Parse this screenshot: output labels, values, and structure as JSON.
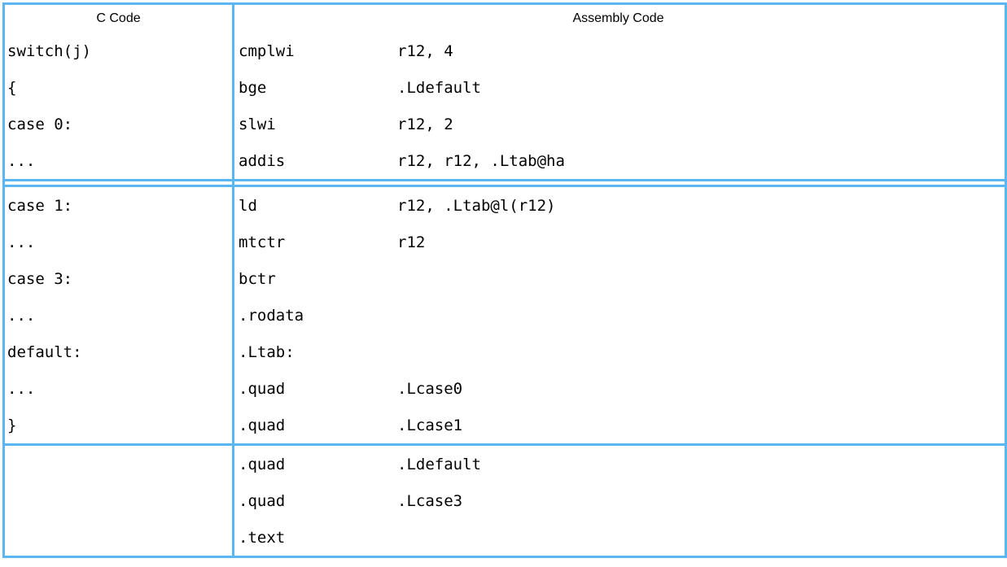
{
  "table": {
    "headers": {
      "c_code": "C Code",
      "assembly": "Assembly Code"
    },
    "colors": {
      "rule_blue": "#5bb7f2",
      "text": "#000000",
      "background": "#ffffff"
    },
    "sections": [
      {
        "c_lines": [
          "switch(j)",
          "{",
          "case 0:",
          "..."
        ],
        "asm_lines": [
          {
            "mnemonic": "cmplwi",
            "operands": "r12, 4"
          },
          {
            "mnemonic": "bge",
            "operands": ".Ldefault"
          },
          {
            "mnemonic": "slwi",
            "operands": "r12, 2"
          },
          {
            "mnemonic": "addis",
            "operands": "r12, r12, .Ltab@ha"
          }
        ],
        "divider_after": "double"
      },
      {
        "c_lines": [
          "case 1:",
          "...",
          "case 3:",
          "...",
          "default:",
          "...",
          "}"
        ],
        "asm_lines": [
          {
            "mnemonic": "ld",
            "operands": "r12, .Ltab@l(r12)"
          },
          {
            "mnemonic": "mtctr",
            "operands": "r12"
          },
          {
            "mnemonic": "bctr",
            "operands": ""
          },
          {
            "mnemonic": ".rodata",
            "operands": ""
          },
          {
            "mnemonic": ".Ltab:",
            "operands": ""
          },
          {
            "mnemonic": ".quad",
            "operands": ".Lcase0"
          },
          {
            "mnemonic": ".quad",
            "operands": ".Lcase1"
          }
        ],
        "divider_after": "single"
      },
      {
        "c_lines": [],
        "asm_lines": [
          {
            "mnemonic": ".quad",
            "operands": ".Ldefault"
          },
          {
            "mnemonic": ".quad",
            "operands": ".Lcase3"
          },
          {
            "mnemonic": ".text",
            "operands": ""
          }
        ],
        "divider_after": "none"
      }
    ]
  }
}
